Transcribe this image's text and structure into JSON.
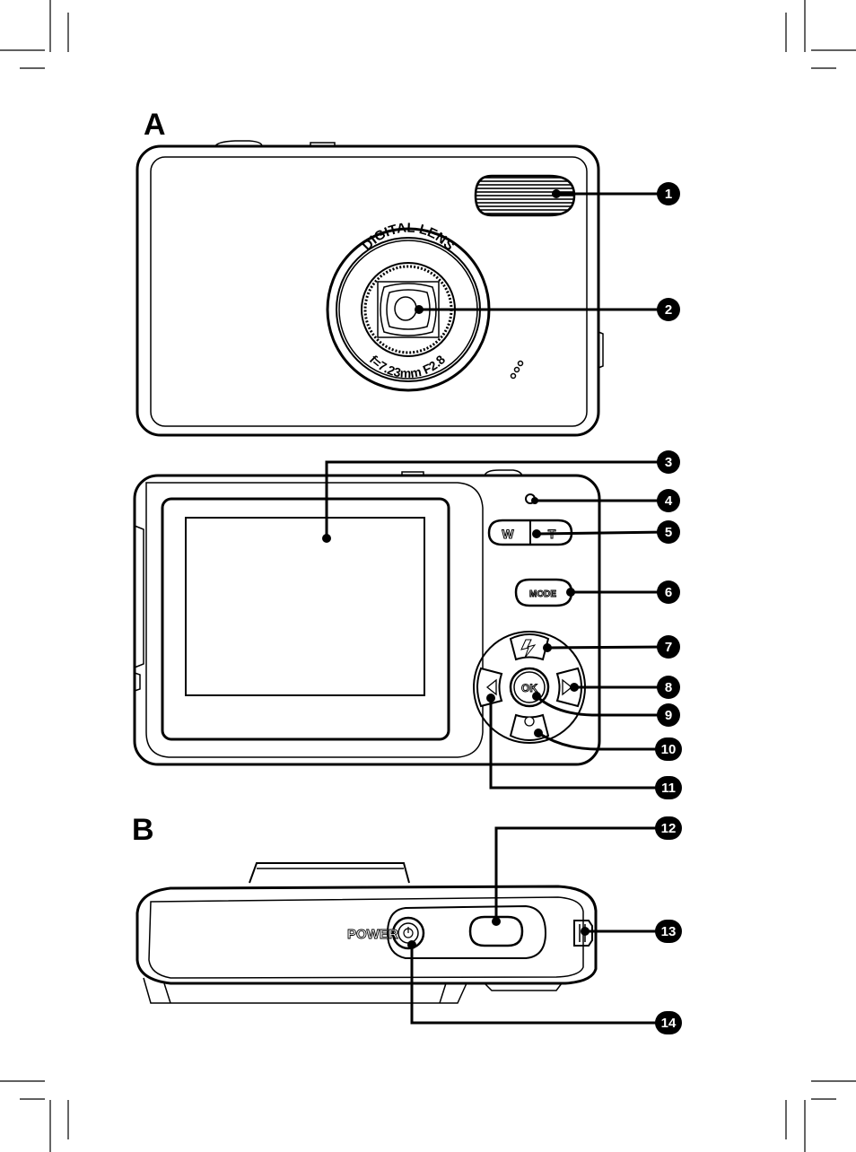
{
  "sections": {
    "a_label": "A",
    "b_label": "B"
  },
  "lens": {
    "top_text": "DIGITAL LENS",
    "bottom_text": "f=7.23mm F2.8"
  },
  "buttons": {
    "wide": "W",
    "tele": "T",
    "mode": "MODE",
    "ok": "OK",
    "power_label": "POWER"
  },
  "callouts": [
    "1",
    "2",
    "3",
    "4",
    "5",
    "6",
    "7",
    "8",
    "9",
    "10",
    "11",
    "12",
    "13",
    "14"
  ],
  "colors": {
    "ink": "#000000",
    "paper": "#ffffff"
  }
}
